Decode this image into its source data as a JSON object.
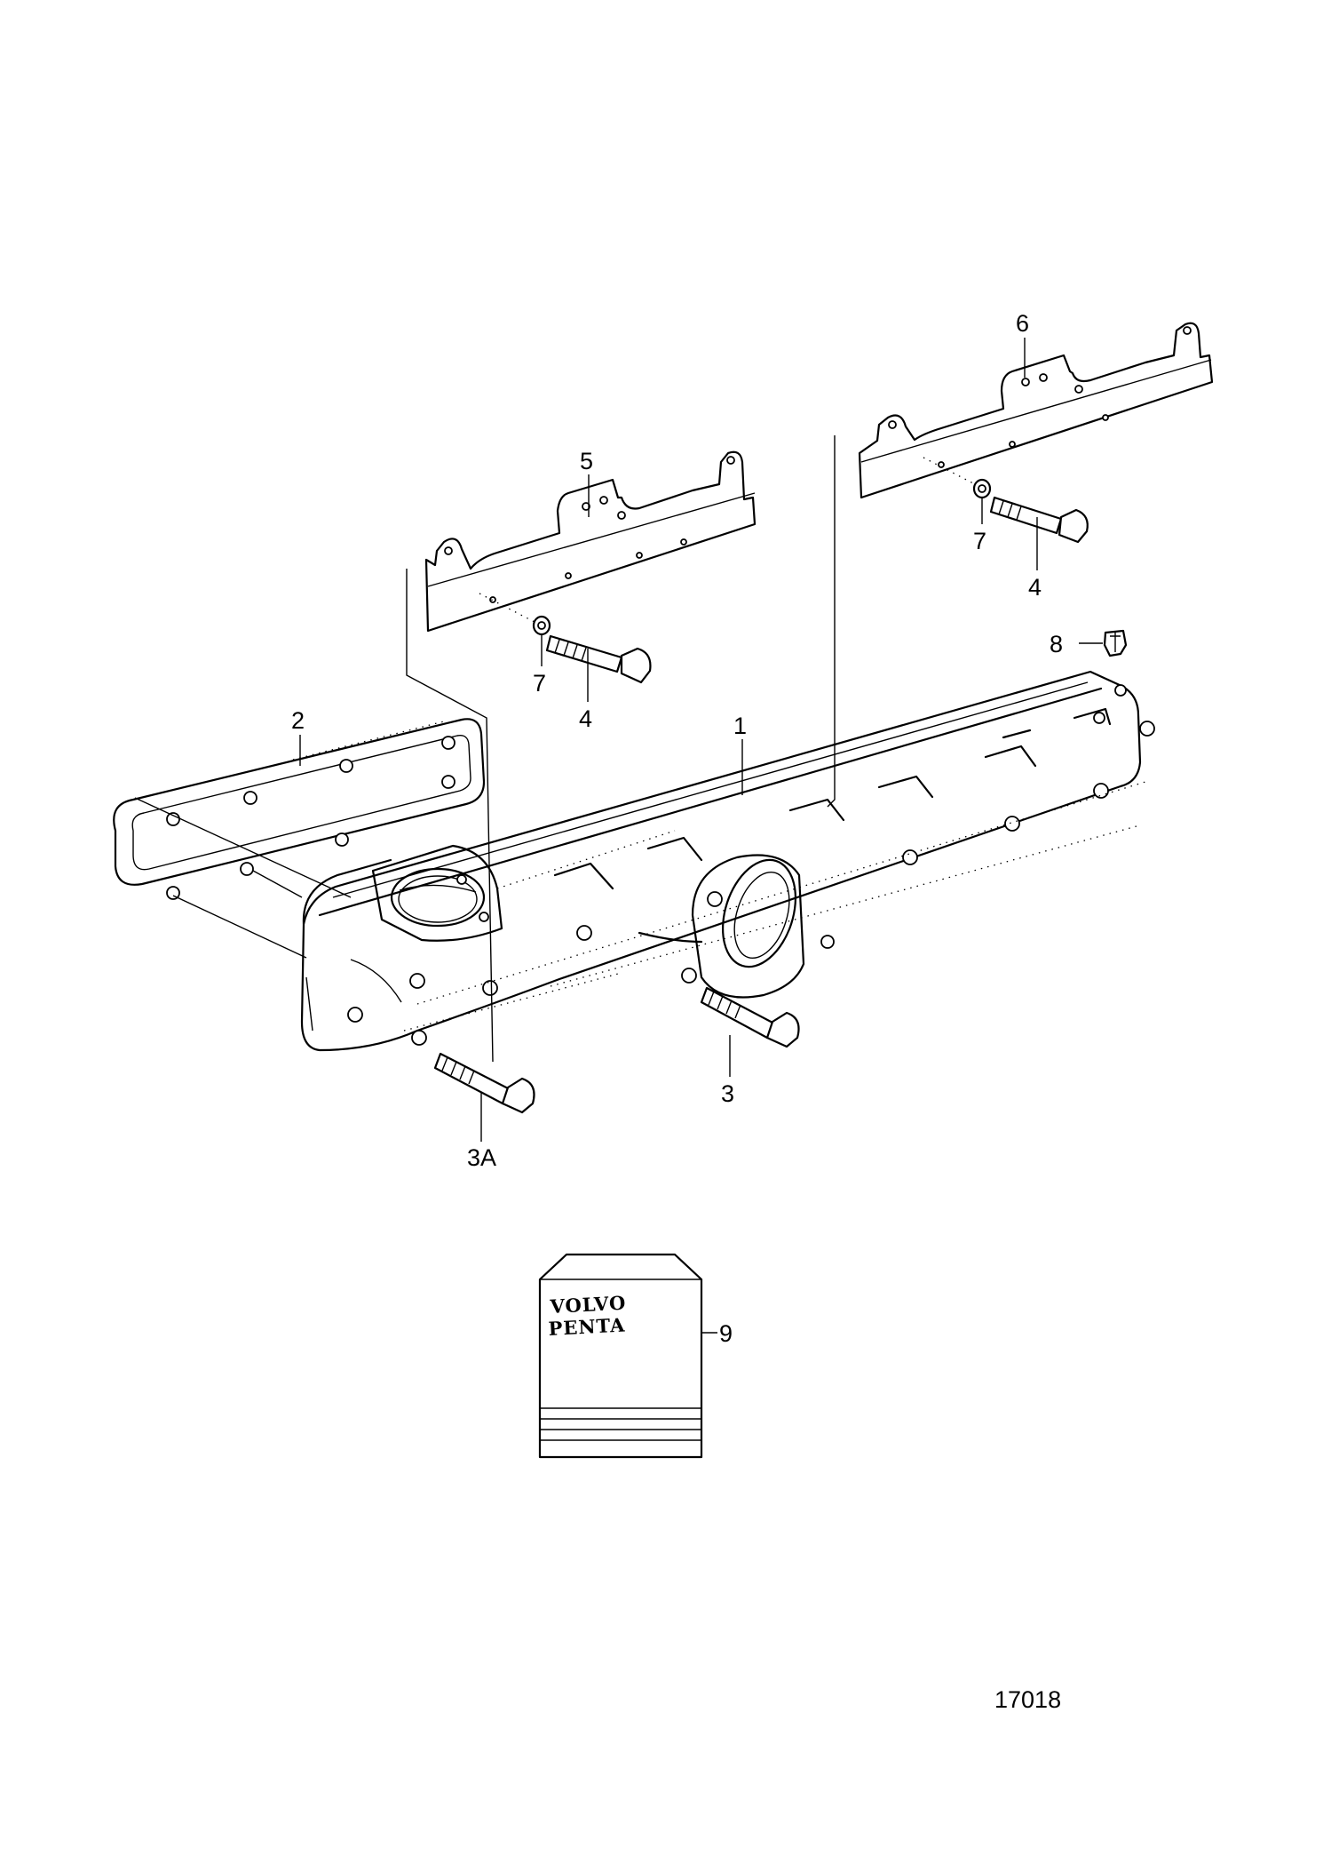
{
  "callouts": {
    "c1": "1",
    "c2": "2",
    "c3": "3",
    "c3a": "3A",
    "c4a": "4",
    "c4b": "4",
    "c5": "5",
    "c6": "6",
    "c7a": "7",
    "c7b": "7",
    "c8": "8",
    "c9": "9"
  },
  "figure_number": "17018",
  "kit_label": {
    "line1": "VOLVO",
    "line2": "PENTA"
  }
}
